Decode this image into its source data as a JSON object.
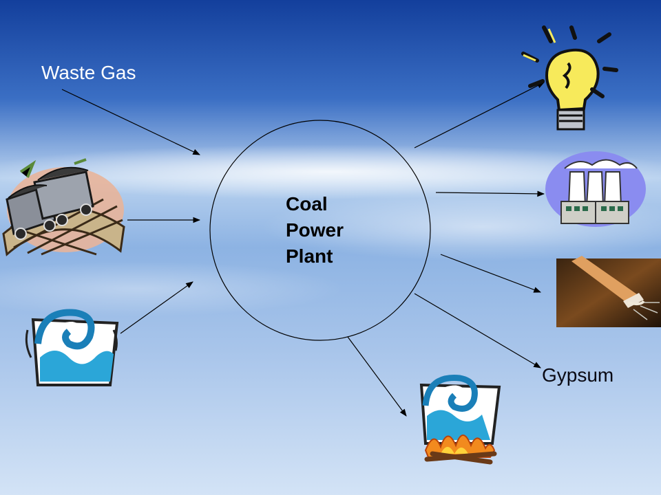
{
  "labels": {
    "waste_gas": "Waste Gas",
    "gypsum": "Gypsum"
  },
  "center": {
    "lines": [
      "Coal",
      "Power",
      "Plant"
    ]
  },
  "icons": {
    "inputs": [
      "coal-carts-icon",
      "water-wave-icon"
    ],
    "outputs": [
      "light-bulb-icon",
      "cooling-towers-icon",
      "cigarette-smoke-icon",
      "heated-water-icon"
    ]
  },
  "colors": {
    "sky_top": "#1a4aa8",
    "sky_mid": "#9fc2ea",
    "sky_bottom": "#cfe1f6",
    "line": "#000000"
  }
}
